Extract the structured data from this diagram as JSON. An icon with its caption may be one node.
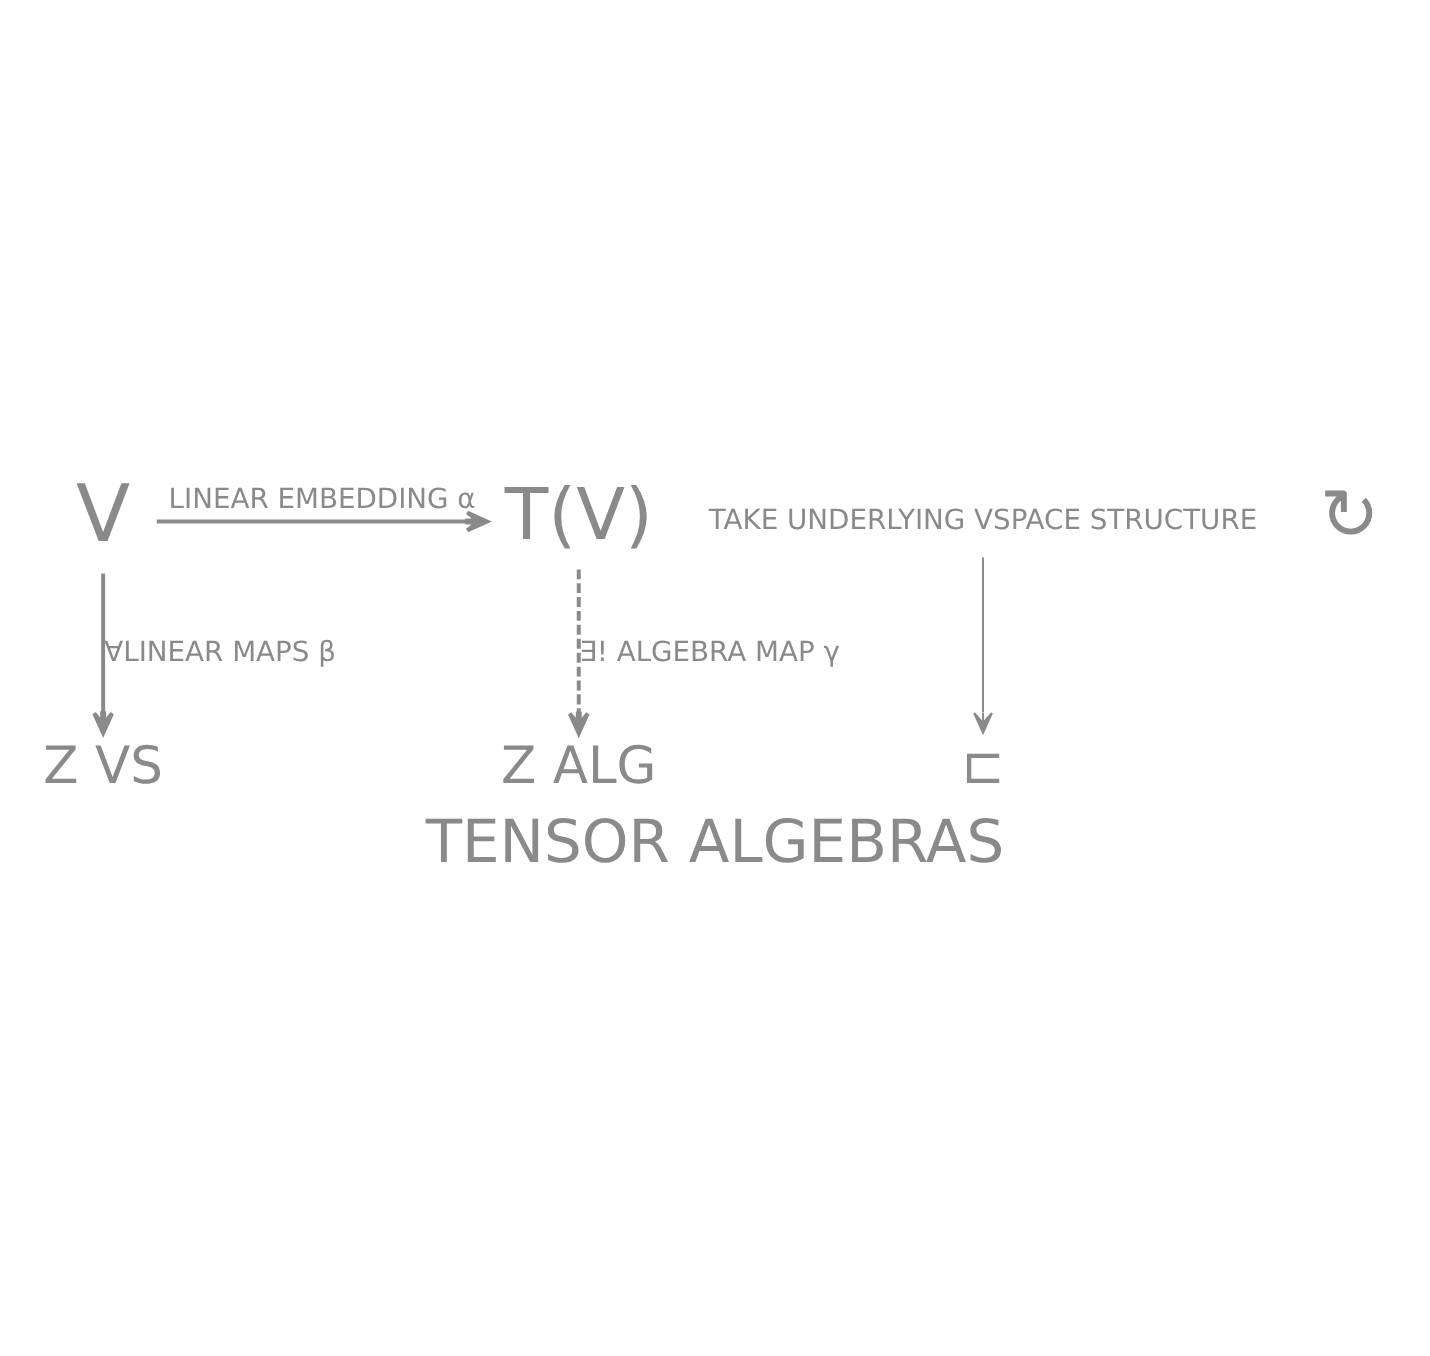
{
  "diagram": {
    "caption": "TENSOR ALGEBRAS",
    "nodes": [
      {
        "text": [
          "V"
        ]
      },
      {
        "text": [
          "T(V)"
        ]
      },
      {
        "text": [
          "Z VS"
        ]
      },
      {
        "text": [
          "⊏"
        ]
      },
      {
        "text": [
          "Z ALG"
        ]
      },
      {
        "text": [
          "TAKE UNDERLYING VSPACE STRUCTURE"
        ]
      }
    ],
    "edges": [
      {
        "from": 0,
        "to": 1,
        "arrow": "to",
        "label": "LINEAR EMBEDDING α"
      },
      {
        "from": 0,
        "to": 2,
        "arrow": "to",
        "label": "∀LINEAR MAPS β"
      },
      {
        "from": 1,
        "to": 4,
        "arrow": "to",
        "label": "∃! ALGEBRA MAP γ",
        "style": "dashed"
      },
      {
        "from": 5,
        "to": 3,
        "arrow": "to"
      }
    ],
    "labels": [
      "↻"
    ]
  }
}
